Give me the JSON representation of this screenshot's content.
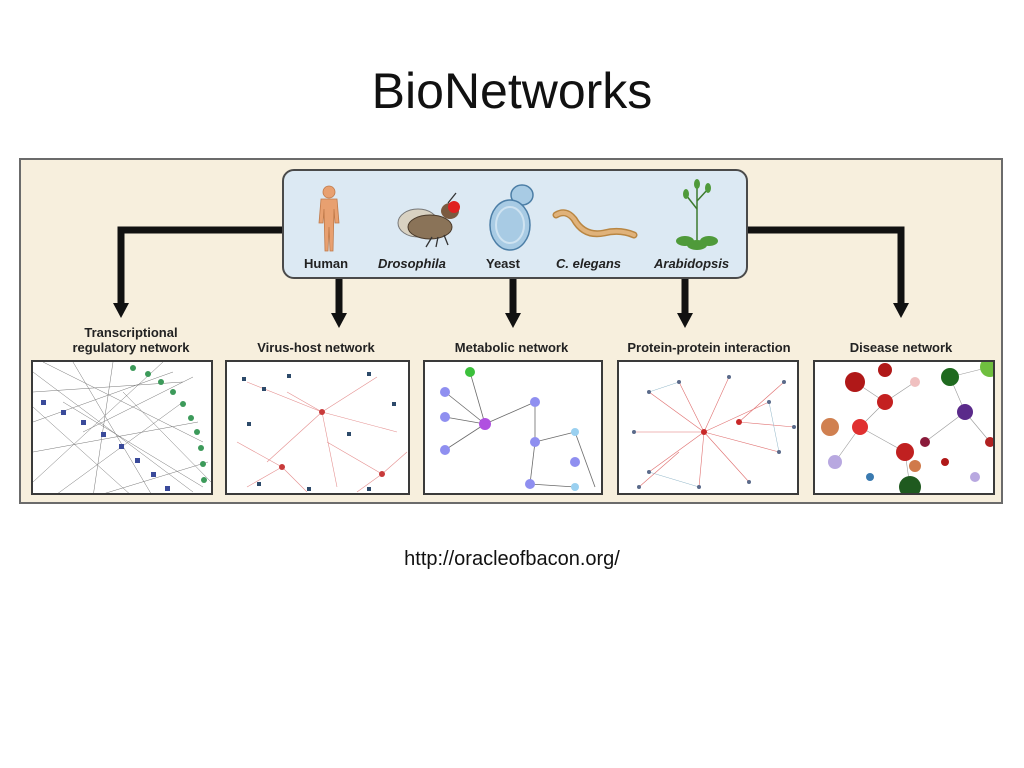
{
  "slide": {
    "title": "BioNetworks",
    "url": "http://oracleofbacon.org/"
  },
  "figure": {
    "organisms": [
      {
        "label": "Human",
        "icon": "human-icon"
      },
      {
        "label": "Drosophila",
        "icon": "fly-icon"
      },
      {
        "label": "Yeast",
        "icon": "yeast-icon"
      },
      {
        "label": "C. elegans",
        "icon": "worm-icon"
      },
      {
        "label": "Arabidopsis",
        "icon": "plant-icon"
      }
    ],
    "networks": [
      {
        "label_line1": "Transcriptional",
        "label_line2": "regulatory network"
      },
      {
        "label_line1": "Virus-host network",
        "label_line2": ""
      },
      {
        "label_line1": "Metabolic network",
        "label_line2": ""
      },
      {
        "label_line1": "Protein-protein interaction",
        "label_line2": ""
      },
      {
        "label_line1": "Disease network",
        "label_line2": ""
      }
    ],
    "colors": {
      "background": "#f7efdd",
      "species_box": "#dce9f3",
      "metabolic_node": "#8f8ff0",
      "ppi_edge": "#e07070",
      "disease_node": "#b01818"
    }
  }
}
